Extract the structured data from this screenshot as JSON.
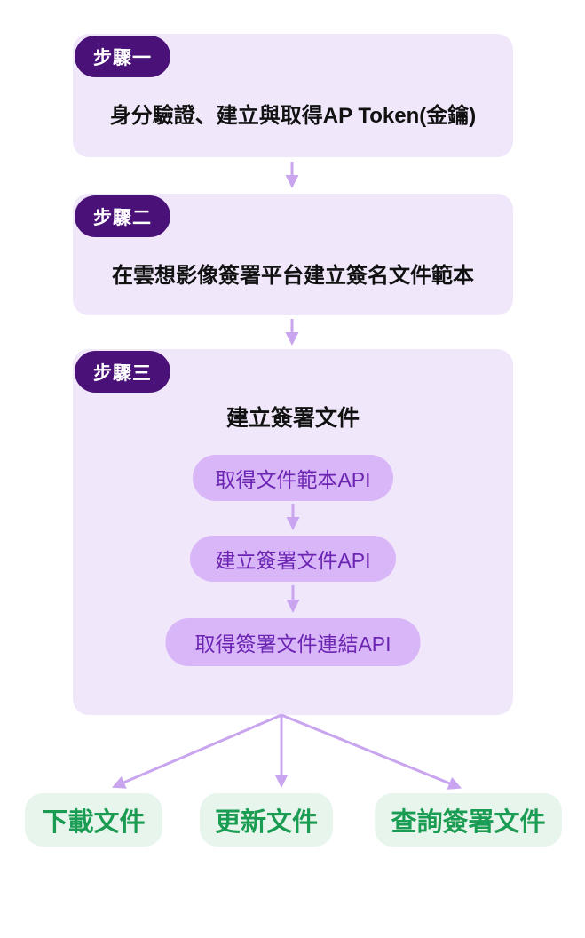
{
  "flowchart": {
    "steps": [
      {
        "badge_label": "步驟一",
        "description": "身分驗證、建立與取得AP Token(金鑰)"
      },
      {
        "badge_label": "步驟二",
        "description": "在雲想影像簽署平台建立簽名文件範本"
      },
      {
        "badge_label": "步驟三",
        "title": "建立簽署文件",
        "api_steps": [
          {
            "label": "取得文件範本API"
          },
          {
            "label": "建立簽署文件API"
          },
          {
            "label": "取得簽署文件連結API"
          }
        ]
      }
    ],
    "result_actions": [
      {
        "label": "下載文件"
      },
      {
        "label": "更新文件"
      },
      {
        "label": "查詢簽署文件"
      }
    ],
    "colors": {
      "step_box_bg": "#f0e7fb",
      "badge_bg": "#4a1178",
      "badge_text": "#ffffff",
      "step_text": "#111111",
      "api_pill_bg": "#d9b6f7",
      "api_pill_text": "#6c24b2",
      "arrow": "#c9a4ef",
      "action_box_bg": "#e8f5ed",
      "action_text": "#1b9c53"
    }
  }
}
